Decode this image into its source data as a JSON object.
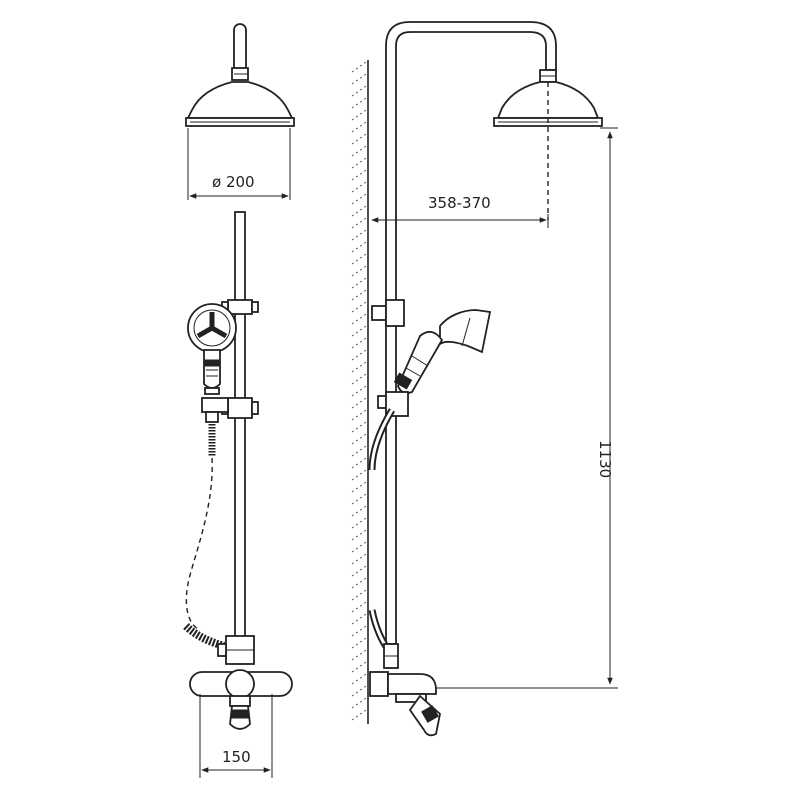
{
  "dimensions": {
    "head_diameter": "ø 200",
    "outlet_spacing": "150",
    "projection": "358-370",
    "height": "1130"
  },
  "colors": {
    "line": "#222222",
    "background": "#ffffff",
    "wall_hatch": "#555555"
  }
}
